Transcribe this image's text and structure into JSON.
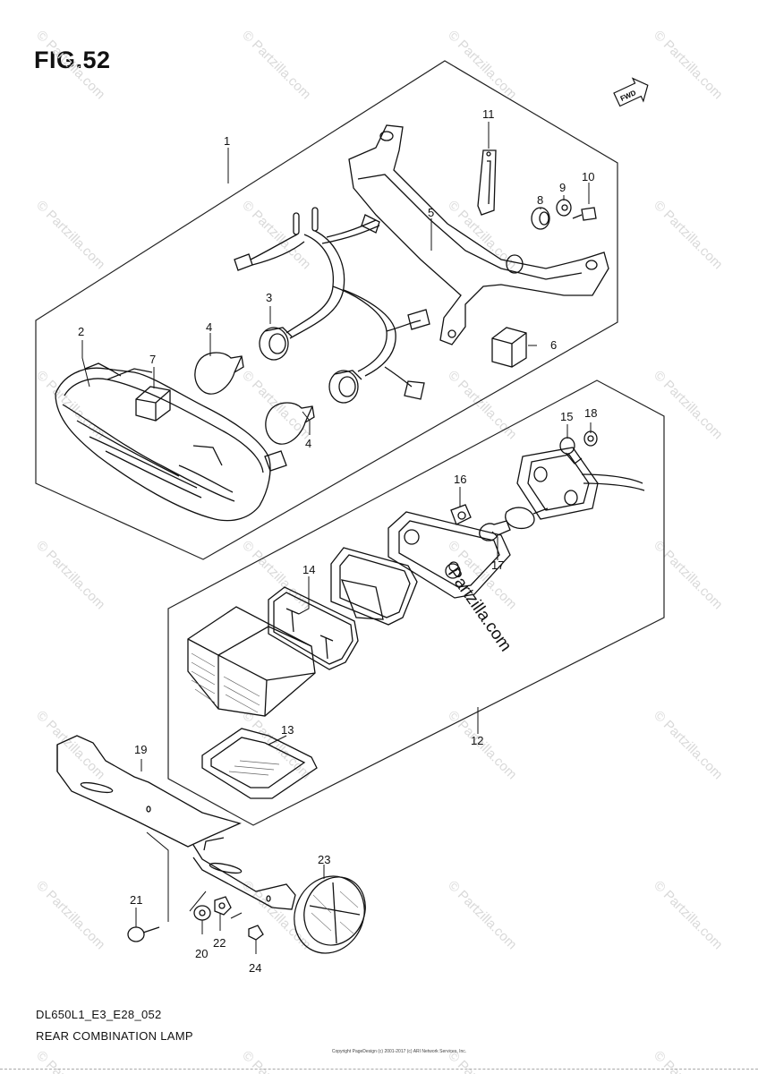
{
  "figure": {
    "title": "FIG.52",
    "model_code": "DL650L1_E3_E28_052",
    "name": "REAR COMBINATION LAMP",
    "fwd_label": "FWD",
    "copyright": "Copyright\nPageDesign (c) 2001-2017 (c) ARI Network Services, Inc."
  },
  "watermark": {
    "text": "© Partzilla.com",
    "center_text": "Partzilla.com"
  },
  "callouts": [
    "1",
    "2",
    "3",
    "4",
    "4",
    "5",
    "6",
    "7",
    "8",
    "9",
    "10",
    "11",
    "12",
    "13",
    "14",
    "15",
    "16",
    "17",
    "18",
    "19",
    "20",
    "21",
    "22",
    "23",
    "24"
  ]
}
